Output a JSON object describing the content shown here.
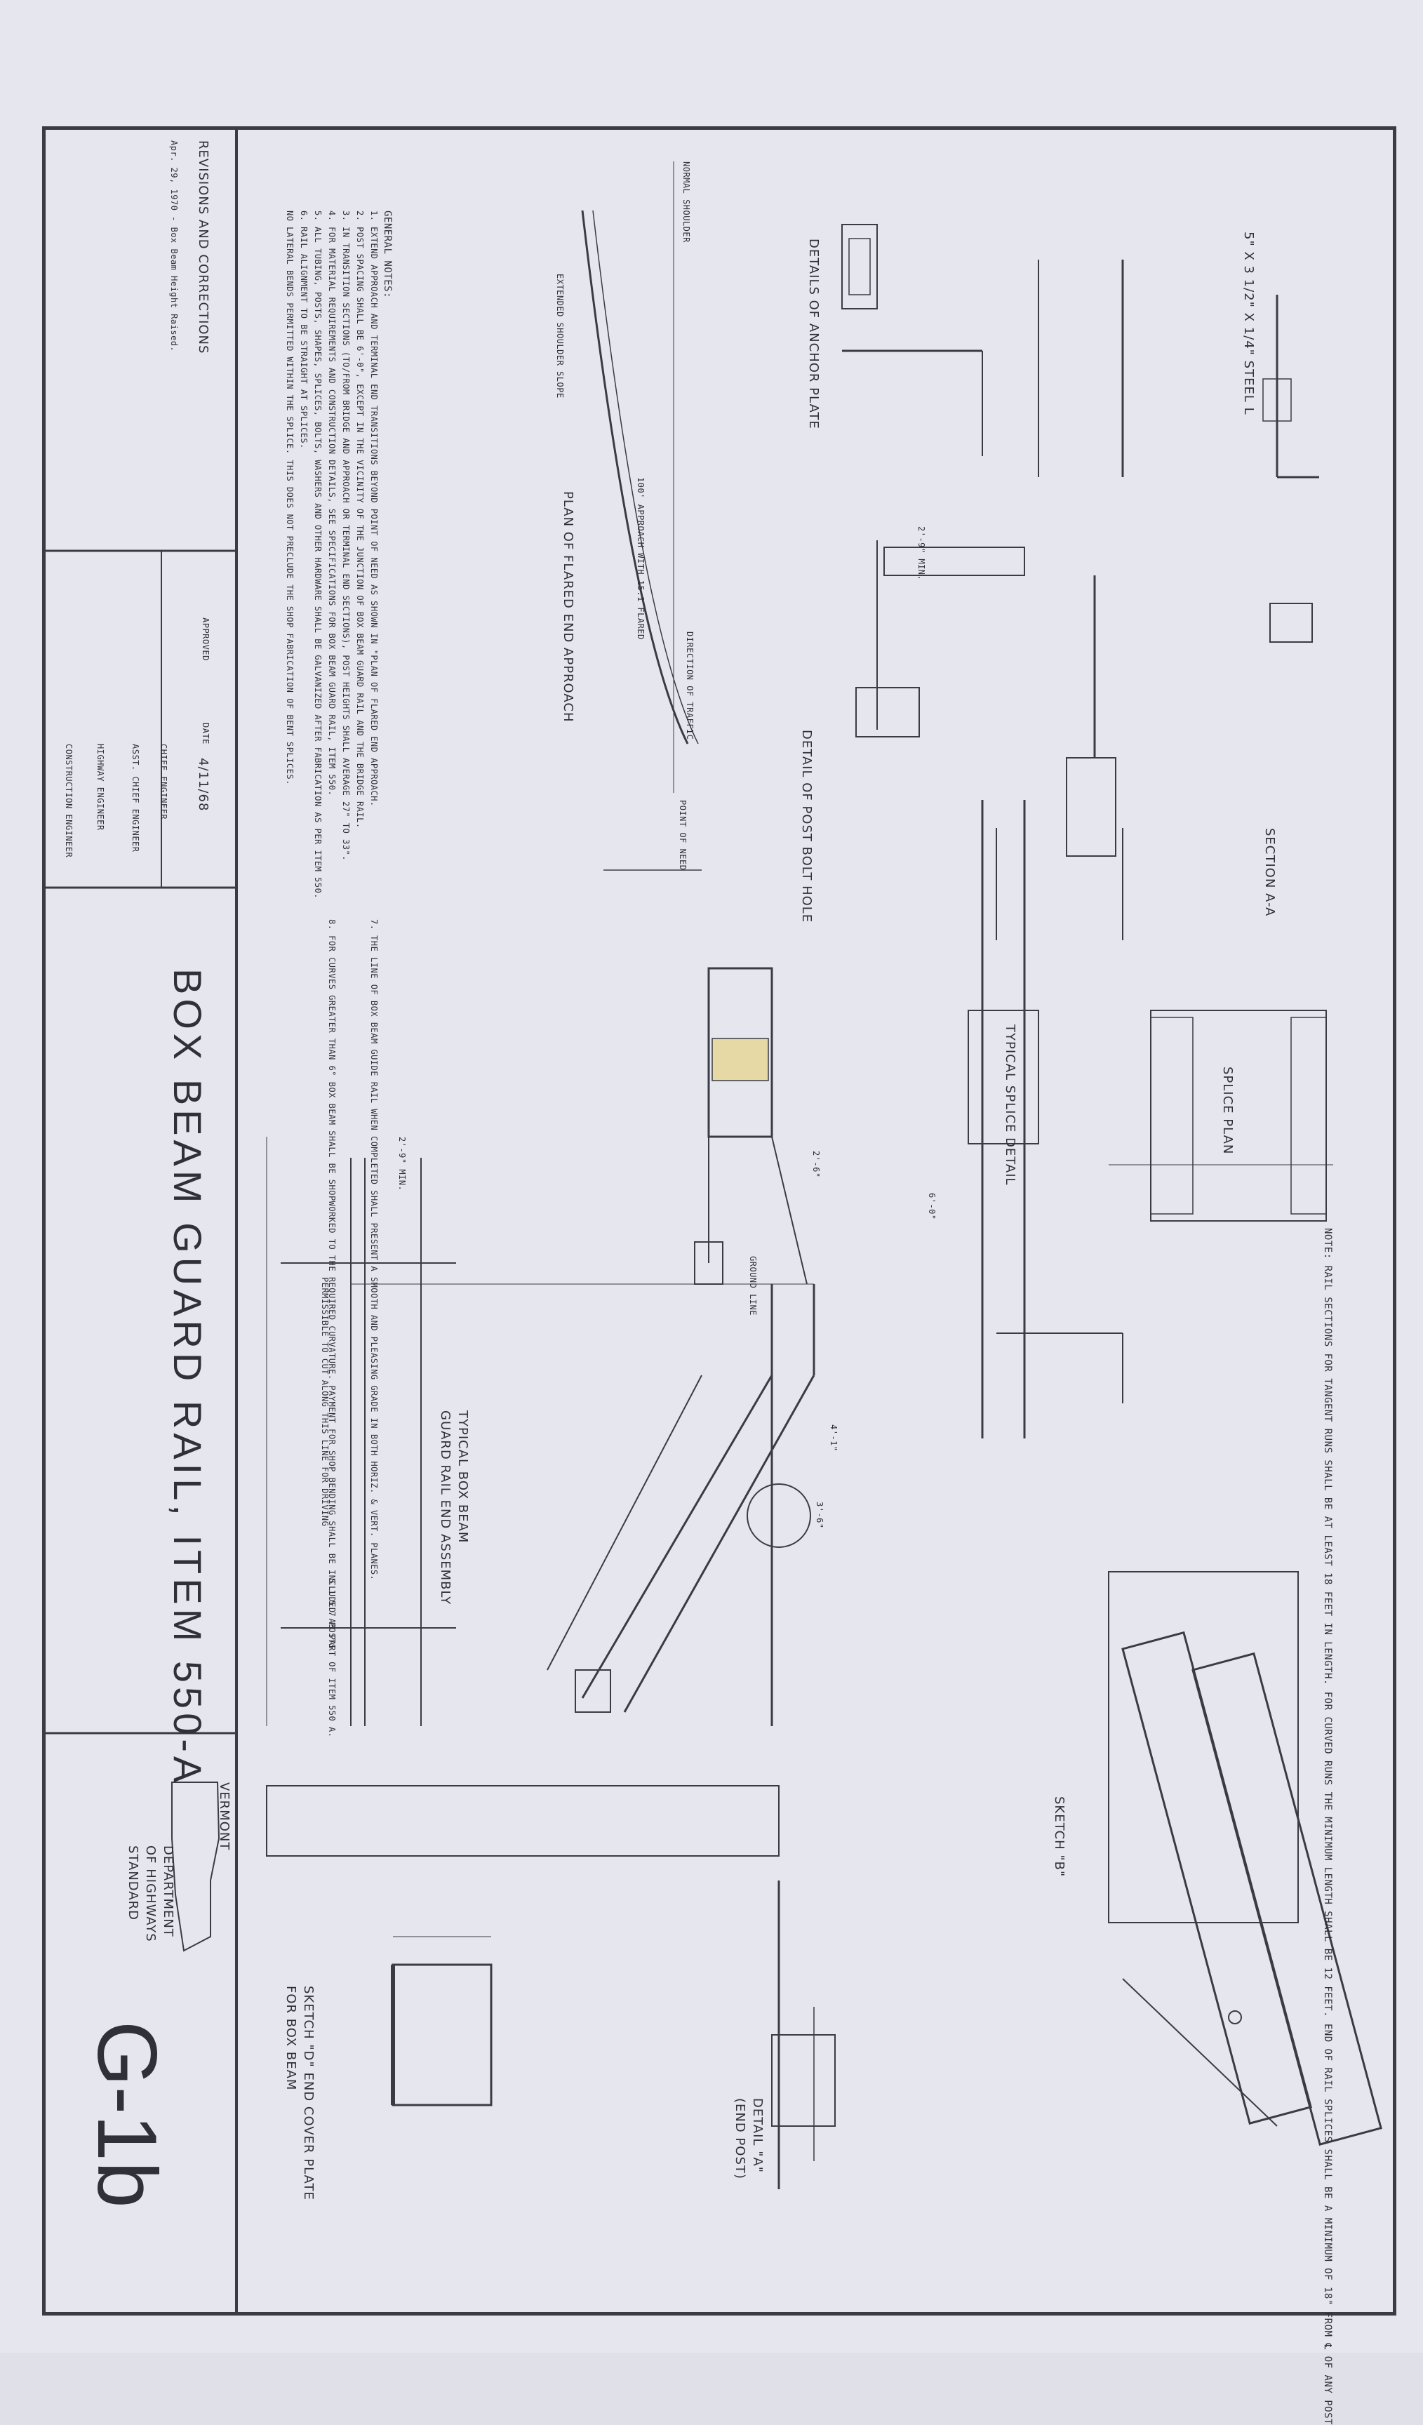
{
  "title_block": {
    "title": "BOX BEAM GUARD RAIL, ITEM 550-A",
    "state": "VERMONT",
    "department": "DEPARTMENT",
    "of_highways": "OF HIGHWAYS",
    "standard": "STANDARD",
    "sheet_no": "G-1b"
  },
  "revisions": {
    "header": "REVISIONS AND CORRECTIONS",
    "entry": "Apr. 29, 1970 - Box Beam Height Raised."
  },
  "approval": {
    "approved": "APPROVED",
    "date_label": "DATE",
    "date_value": "4/11/68",
    "chief_engineer": "CHIEF ENGINEER",
    "asst_chief_engineer": "ASST. CHIEF ENGINEER",
    "highway_engineer": "HIGHWAY ENGINEER",
    "construction_engineer": "CONSTRUCTION ENGINEER"
  },
  "general_notes": {
    "heading": "GENERAL NOTES:",
    "items": [
      "1. EXTEND APPROACH AND TERMINAL END TRANSITIONS BEYOND POINT OF NEED AS SHOWN IN \"PLAN OF FLARED END APPROACH.",
      "2. POST SPACING SHALL BE 6'-0\", EXCEPT IN THE VICINITY OF THE JUNCTION OF BOX BEAM GUARD RAIL AND THE BRIDGE RAIL.",
      "3. IN TRANSITION SECTIONS (TO/FROM BRIDGE AND APPROACH OR TERMINAL END SECTIONS), POST HEIGHTS SHALL AVERAGE 27\" TO 33\".",
      "4. FOR MATERIAL REQUIREMENTS AND CONSTRUCTION DETAILS, SEE SPECIFICATIONS FOR BOX BEAM GUARD RAIL, ITEM 550.",
      "5. ALL TUBING, POSTS, SHAPES, SPLICES, BOLTS, WASHERS AND OTHER HARDWARE SHALL BE GALVANIZED AFTER FABRICATION AS PER ITEM 550.",
      "6. RAIL ALIGNMENT TO BE STRAIGHT AT SPLICES.",
      "NO LATERAL BENDS PERMITTED WITHIN THE SPLICE. THIS DOES NOT PRECLUDE THE SHOP FABRICATION OF BENT SPLICES.",
      "7. THE LINE OF BOX BEAM GUIDE RAIL WHEN COMPLETED SHALL PRESENT A SMOOTH AND PLEASING GRADE IN BOTH HORIZ. & VERT. PLANES.",
      "8. FOR CURVES GREATER THAN 6° BOX BEAM SHALL BE SHOPWORKED TO THE REQUIRED CURVATURE. PAYMENT FOR SHOP BENDING SHALL BE INCLUDED AS PART OF ITEM 550 A."
    ]
  },
  "drawings": {
    "anchor_plate": "DETAILS OF ANCHOR PLATE",
    "steel_l": "5\" X 3 1/2\" X 1/4\" STEEL L",
    "flared_end": "PLAN OF FLARED END APPROACH",
    "post_bolt_hole": "DETAIL OF POST BOLT HOLE",
    "section_aa": "SECTION A-A",
    "splice_plan": "SPLICE PLAN",
    "typical_splice": "TYPICAL SPLICE DETAIL",
    "end_assembly_1": "TYPICAL BOX BEAM",
    "end_assembly_2": "GUARD RAIL END ASSEMBLY",
    "sketch_b": "SKETCH \"B\"",
    "detail_a_1": "DETAIL \"A\"",
    "detail_a_2": "(END POST)",
    "sketch_d_1": "SKETCH \"D\" END COVER PLATE",
    "sketch_d_2": "FOR BOX BEAM",
    "note": "NOTE: RAIL SECTIONS FOR TANGENT RUNS SHALL BE AT LEAST 18 FEET IN LENGTH. FOR CURVED RUNS THE MINIMUM LENGTH SHALL BE 12 FEET. END OF RAIL SPLICES SHALL BE A MINIMUM OF 18\" FROM ℄ OF ANY POST"
  },
  "dims": {
    "two_nine_min": "2'-9\" MIN.",
    "two_six": "2'-6\"",
    "six_zero": "6'-0\"",
    "four_one": "4'-1\"",
    "three_six": "3'-6\"",
    "ground_line": "GROUND LINE",
    "point_of_need": "POINT OF NEED",
    "direction": "DIRECTION OF TRAFFIC",
    "approach": "100' APPROACH WITH 15:1 FLARED",
    "normal_shoulder": "NORMAL SHOULDER",
    "ext_shoulder": "EXTENDED SHOULDER SLOPE",
    "posts": "S 1 5.7 POSTS",
    "permissible": "PERMISSIBLE TO CUT ALONG THIS LINE FOR DRIVING"
  },
  "colors": {
    "paper": "#e6e7ee",
    "ink": "#2f3038",
    "highlight": "#e7d9a5"
  }
}
